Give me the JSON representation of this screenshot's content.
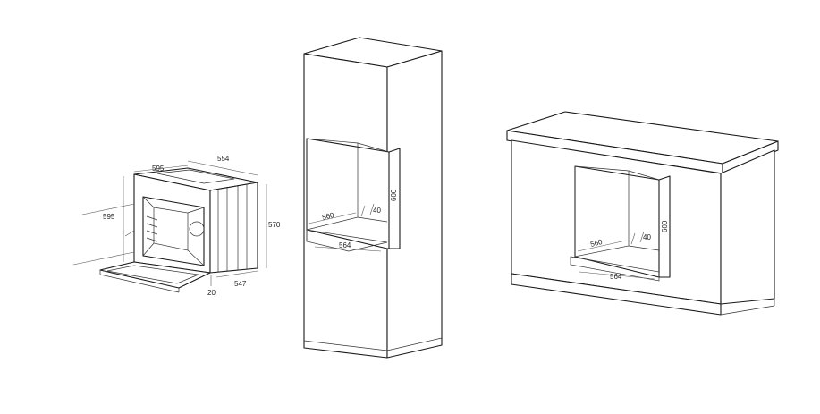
{
  "oven": {
    "dim_top_width": "554",
    "dim_front_width": "595",
    "dim_front_height": "595",
    "dim_side_height": "570",
    "dim_door_gap": "20",
    "dim_depth": "547"
  },
  "tall_cabinet": {
    "dim_depth": "560",
    "dim_min_gap": "40",
    "dim_height": "600",
    "dim_width": "564"
  },
  "base_cabinet": {
    "dim_depth": "560",
    "dim_min_gap": "40",
    "dim_height": "600",
    "dim_width": "564"
  }
}
